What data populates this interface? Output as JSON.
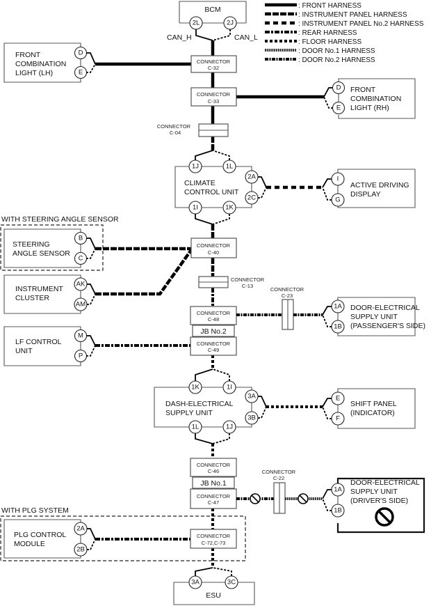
{
  "legend": [
    {
      "key": "front",
      "label": ": FRONT HARNESS"
    },
    {
      "key": "ip",
      "label": ": INSTRUMENT PANEL HARNESS"
    },
    {
      "key": "ip2",
      "label": ": INSTRUMENT PANEL No.2 HARNESS"
    },
    {
      "key": "rear",
      "label": ": REAR HARNESS"
    },
    {
      "key": "floor",
      "label": ": FLOOR HARNESS"
    },
    {
      "key": "door1",
      "label": ": DOOR No.1 HARNESS"
    },
    {
      "key": "door2",
      "label": ": DOOR No.2 HARNESS"
    }
  ],
  "units": {
    "bcm": {
      "name": "BCM",
      "pins": [
        "2L",
        "2J"
      ],
      "can_h": "CAN_H",
      "can_l": "CAN_L"
    },
    "fcl_lh": {
      "lines": [
        "FRONT",
        "COMBINATION",
        "LIGHT (LH)"
      ],
      "pins": [
        "D",
        "E"
      ]
    },
    "fcl_rh": {
      "lines": [
        "FRONT",
        "COMBINATION",
        "LIGHT (RH)"
      ],
      "pins": [
        "D",
        "E"
      ]
    },
    "climate": {
      "lines": [
        "CLIMATE",
        "CONTROL UNIT"
      ],
      "pins": [
        "1J",
        "1L",
        "1I",
        "1K",
        "2A",
        "2C"
      ]
    },
    "add": {
      "lines": [
        "ACTIVE DRIVING",
        "DISPLAY"
      ],
      "pins": [
        "I",
        "G"
      ]
    },
    "sas": {
      "lines": [
        "STEERING",
        "ANGLE SENSOR"
      ],
      "pins": [
        "B",
        "C"
      ]
    },
    "ic": {
      "lines": [
        "INSTRUMENT",
        "CLUSTER"
      ],
      "pins": [
        "AK",
        "AM"
      ]
    },
    "desu_p": {
      "lines": [
        "DOOR-ELECTRICAL",
        "SUPPLY UNIT",
        "(PASSENGER'S SIDE)"
      ],
      "pins": [
        "1A",
        "1B"
      ]
    },
    "lf": {
      "lines": [
        "LF CONTROL",
        "UNIT"
      ],
      "pins": [
        "M",
        "P"
      ]
    },
    "dash": {
      "lines": [
        "DASH-ELECTRICAL",
        "SUPPLY UNIT"
      ],
      "pins": [
        "1K",
        "1I",
        "1L",
        "1J",
        "3A",
        "3B"
      ]
    },
    "shift": {
      "lines": [
        "SHIFT PANEL",
        "(INDICATOR)"
      ],
      "pins": [
        "E",
        "F"
      ]
    },
    "desu_d": {
      "lines": [
        "DOOR-ELECTRICAL",
        "SUPPLY UNIT",
        "(DRIVER'S SIDE)"
      ],
      "pins": [
        "1A",
        "1B"
      ],
      "status": "not-applicable"
    },
    "plg": {
      "lines": [
        "PLG CONTROL",
        "MODULE"
      ],
      "pins": [
        "2A",
        "2B"
      ]
    },
    "esu": {
      "name": "ESU",
      "pins": [
        "3A",
        "3C"
      ]
    }
  },
  "groups": {
    "sas_group": "WITH STEERING ANGLE SENSOR",
    "plg_group": "WITH PLG SYSTEM"
  },
  "connectors": {
    "c32": {
      "title": "CONNECTOR",
      "code": "C-32"
    },
    "c33": {
      "title": "CONNECTOR",
      "code": "C-33"
    },
    "c04": {
      "title": "CONNECTOR",
      "code": "C-04"
    },
    "c40": {
      "title": "CONNECTOR",
      "code": "C-40"
    },
    "c13": {
      "title": "CONNECTOR",
      "code": "C-13"
    },
    "c23": {
      "title": "CONNECTOR",
      "code": "C-23"
    },
    "c48": {
      "title": "CONNECTOR",
      "code": "C-48"
    },
    "c49": {
      "title": "CONNECTOR",
      "code": "C-49"
    },
    "c46": {
      "title": "CONNECTOR",
      "code": "C-46"
    },
    "c47": {
      "title": "CONNECTOR",
      "code": "C-47"
    },
    "c22": {
      "title": "CONNECTOR",
      "code": "C-22"
    },
    "c72": {
      "title": "CONNECTOR",
      "code": "C-72,C-73"
    }
  },
  "junction_blocks": {
    "jb2": "JB No.2",
    "jb1": "JB No.1"
  }
}
